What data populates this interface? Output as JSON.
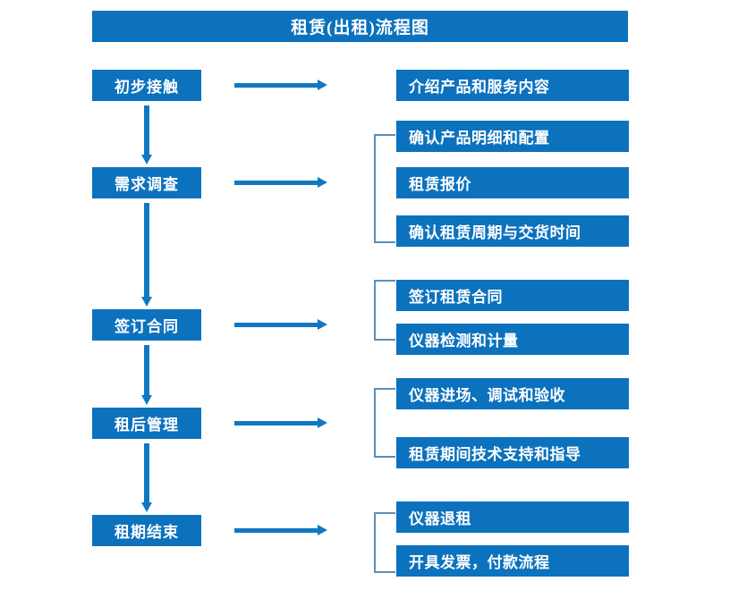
{
  "title": "租赁(出租)流程图",
  "colors": {
    "box_fill": "#0C72BE",
    "box_text": "#FFFFFF",
    "arrow": "#1078C0",
    "bracket": "#5B8FB9",
    "background": "#FFFFFF"
  },
  "stages": [
    {
      "label": "初步接触"
    },
    {
      "label": "需求调查"
    },
    {
      "label": "签订合同"
    },
    {
      "label": "租后管理"
    },
    {
      "label": "租期结束"
    }
  ],
  "details": [
    {
      "label": "介绍产品和服务内容"
    },
    {
      "label": "确认产品明细和配置"
    },
    {
      "label": "租赁报价"
    },
    {
      "label": "确认租赁周期与交货时间"
    },
    {
      "label": "签订租赁合同"
    },
    {
      "label": "仪器检测和计量"
    },
    {
      "label": "仪器进场、调试和验收"
    },
    {
      "label": "租赁期间技术支持和指导"
    },
    {
      "label": "仪器退租"
    },
    {
      "label": "开具发票，付款流程"
    }
  ],
  "icons": {
    "down_arrow": "down-arrow-icon",
    "right_arrow": "right-arrow-icon",
    "bracket": "group-bracket-icon"
  }
}
